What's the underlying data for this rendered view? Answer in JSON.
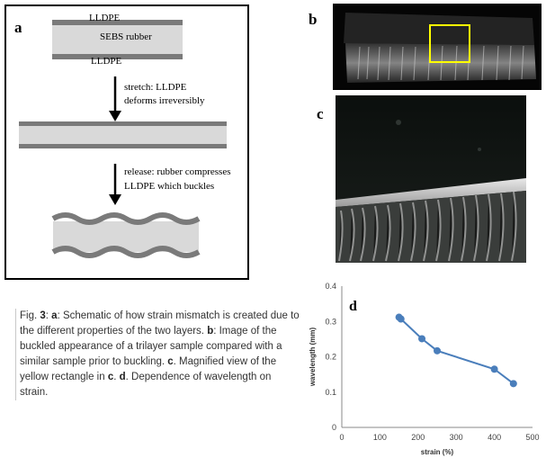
{
  "panel_a": {
    "letter": "a",
    "layers": {
      "top_layer": "LLDPE",
      "middle_layer": "SEBS rubber",
      "bottom_layer": "LLDPE"
    },
    "step1": [
      "stretch: LLDPE",
      "deforms irreversibly"
    ],
    "step2": [
      "release: rubber compresses",
      "LLDPE which buckles"
    ]
  },
  "panel_b": {
    "letter": "b"
  },
  "panel_c": {
    "letter": "c"
  },
  "colors": {
    "layer_dark": "#7a7a7a",
    "layer_light": "#d9d9d9",
    "highlight_box": "#ffff00",
    "series": "#4a7ebb"
  },
  "caption": {
    "fig_label": "Fig. ",
    "fig_number": "3",
    "a_letter": "a",
    "a_text": ": Schematic of how strain mismatch is created due to the different properties of the two layers. ",
    "b_letter": "b",
    "b_text": ": Image of the buckled appearance of a trilayer sample compared with a similar sample prior to buckling. ",
    "c_letter": "c",
    "c_text": ". Magnified view of the yellow rectangle in ",
    "c2_letter": "c",
    "mid_text": ". ",
    "d_letter": "d",
    "d_text": ". Dependence of wavelength on strain."
  },
  "chart_data": {
    "type": "line",
    "panel_letter": "d",
    "xlabel": "strain (%)",
    "ylabel": "wavelength (mm)",
    "xlim": [
      0,
      500
    ],
    "ylim": [
      0,
      0.4
    ],
    "xticks": [
      "0",
      "100",
      "200",
      "300",
      "400",
      "500"
    ],
    "yticks": [
      "0",
      "0.1",
      "0.2",
      "0.3",
      "0.4"
    ],
    "grid": false,
    "x": [
      150,
      155,
      210,
      250,
      400,
      450
    ],
    "y": [
      0.312,
      0.307,
      0.251,
      0.217,
      0.165,
      0.124
    ]
  }
}
